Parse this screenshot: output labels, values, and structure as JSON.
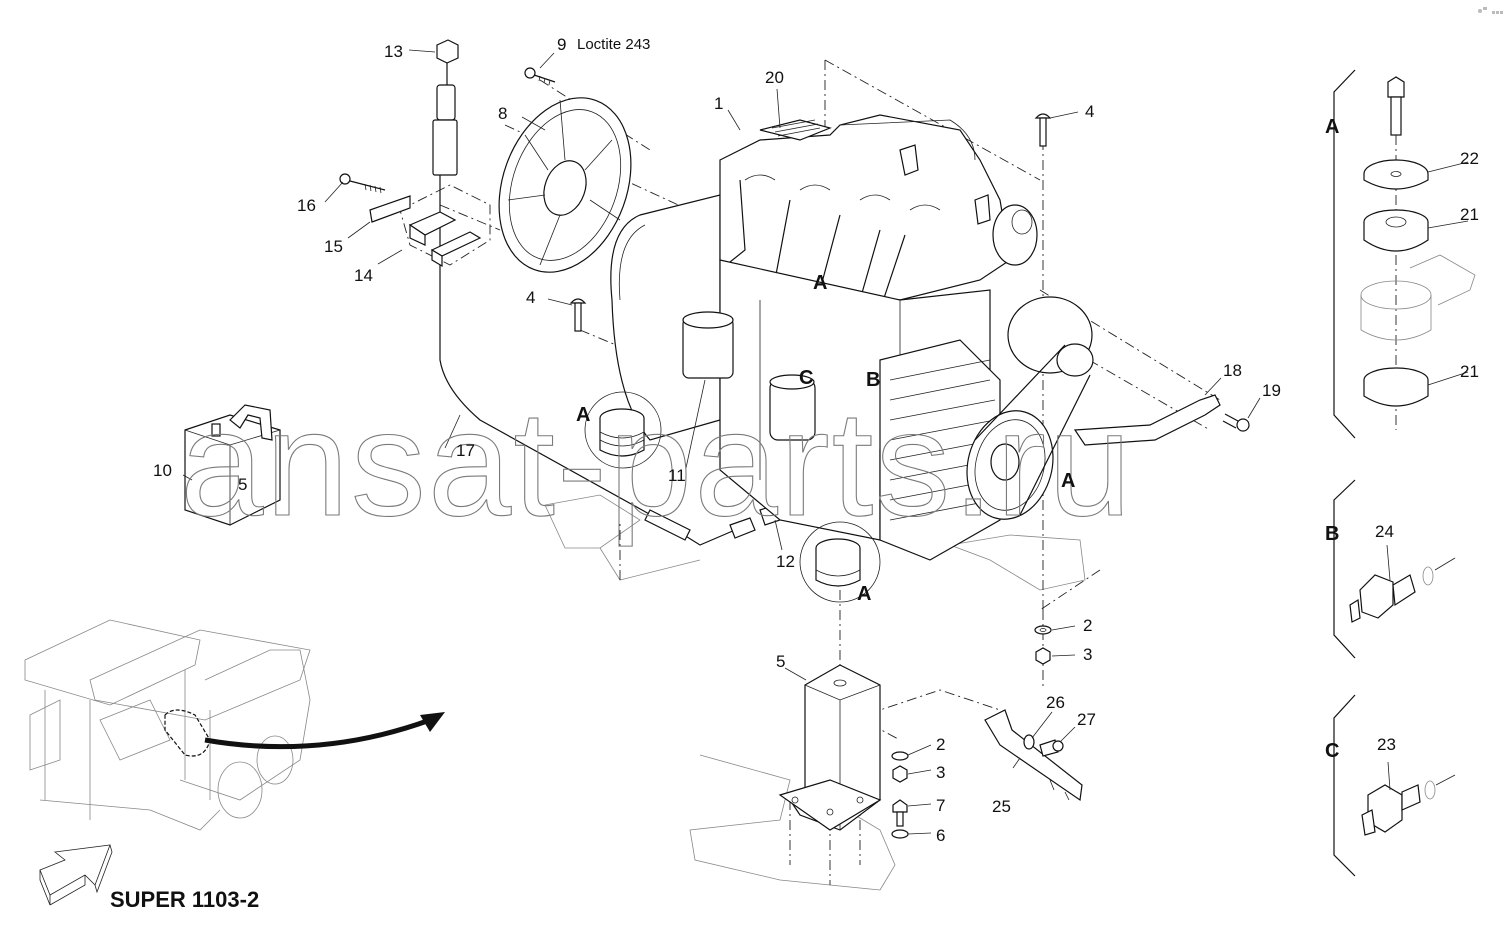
{
  "diagram": {
    "model_title": "SUPER 1103-2",
    "watermark": "ansat-parts.ru",
    "note_loctite": "Loctite 243",
    "callouts": {
      "c1": "1",
      "c2a": "2",
      "c2b": "2",
      "c3a": "3",
      "c3b": "3",
      "c4a": "4",
      "c4b": "4",
      "c5": "5",
      "c6": "6",
      "c7": "7",
      "c8": "8",
      "c9": "9",
      "c10": "10",
      "c11": "11",
      "c12": "12",
      "c13": "13",
      "c14": "14",
      "c15": "15",
      "c16": "16",
      "c17": "17",
      "c18": "18",
      "c19": "19",
      "c20": "20",
      "c21a": "21",
      "c21b": "21",
      "c22": "22",
      "c23": "23",
      "c24": "24",
      "c25": "25",
      "c26": "26",
      "c27": "27"
    },
    "detail_refs": {
      "a1": "A",
      "a2": "A",
      "a3": "A",
      "a4": "A",
      "b1": "B",
      "c1": "C"
    },
    "detail_sections": {
      "A": "A",
      "B": "B",
      "C": "C"
    },
    "canister_mark": "5"
  }
}
